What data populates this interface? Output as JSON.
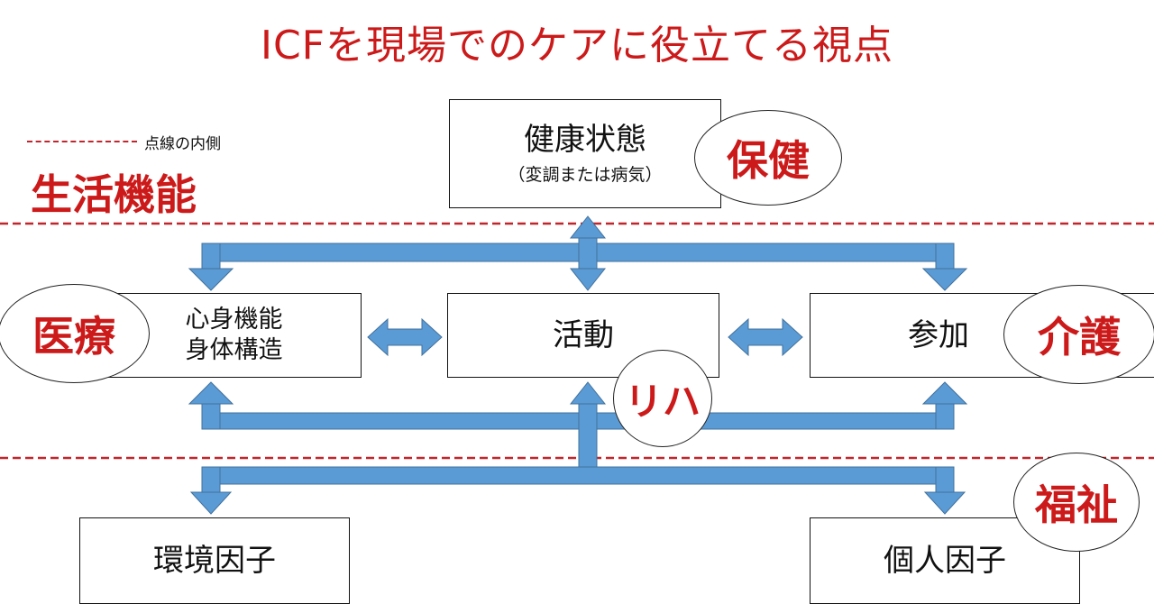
{
  "title": "ICFを現場でのケアに役立てる視点",
  "legend": {
    "line_style": "red-dashed",
    "text": "点線の内側"
  },
  "life_function_label": "生活機能",
  "colors": {
    "accent_red": "#cc1a1a",
    "arrow_blue": "#5b9bd5",
    "arrow_edge": "#41719c",
    "dash_red": "#c0262d"
  },
  "nodes": {
    "health": {
      "label": "健康状態",
      "sub": "（変調または病気）"
    },
    "body": {
      "line1": "心身機能",
      "line2": "身体構造"
    },
    "activity": {
      "label": "活動"
    },
    "participation": {
      "label": "参加"
    },
    "environment": {
      "label": "環境因子"
    },
    "personal": {
      "label": "個人因子"
    }
  },
  "fields": {
    "health_care": "保健",
    "medical": "医療",
    "rehab": "リハ",
    "nursing_care": "介護",
    "welfare": "福祉"
  }
}
